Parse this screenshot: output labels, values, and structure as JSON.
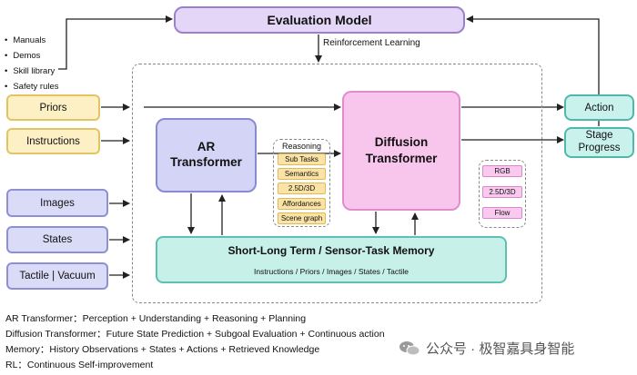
{
  "evaluation_model": "Evaluation Model",
  "reinforcement_learning": "Reinforcement Learning",
  "eval_inputs": [
    "Manuals",
    "Demos",
    "Skill library",
    "Safety rules"
  ],
  "inputs": {
    "priors": "Priors",
    "instructions": "Instructions",
    "images": "Images",
    "states": "States",
    "tactile": "Tactile | Vacuum"
  },
  "ar_transformer": [
    "AR",
    "Transformer"
  ],
  "diffusion_transformer": [
    "Diffusion",
    "Transformer"
  ],
  "reasoning": {
    "title": "Reasoning",
    "items": [
      "Sub Tasks",
      "Semantics",
      "2.5D/3D",
      "Affordances",
      "Scene graph"
    ]
  },
  "outputs_modalities": [
    "RGB",
    "2.5D/3D",
    "Flow"
  ],
  "action": "Action",
  "stage_progress": [
    "Stage",
    "Progress"
  ],
  "memory": {
    "title": "Short-Long Term / Sensor-Task Memory",
    "subtitle": "Instructions / Priors / Images / States / Tactile"
  },
  "legend": [
    "AR Transformer：Perception + Understanding + Reasoning + Planning",
    "Diffusion Transformer：Future State Prediction + Subgoal Evaluation + Continuous action",
    "Memory：History Observations + States + Actions + Retrieved Knowledge",
    "RL：Continuous Self-improvement"
  ],
  "watermark": "公众号 · 极智嘉具身智能"
}
